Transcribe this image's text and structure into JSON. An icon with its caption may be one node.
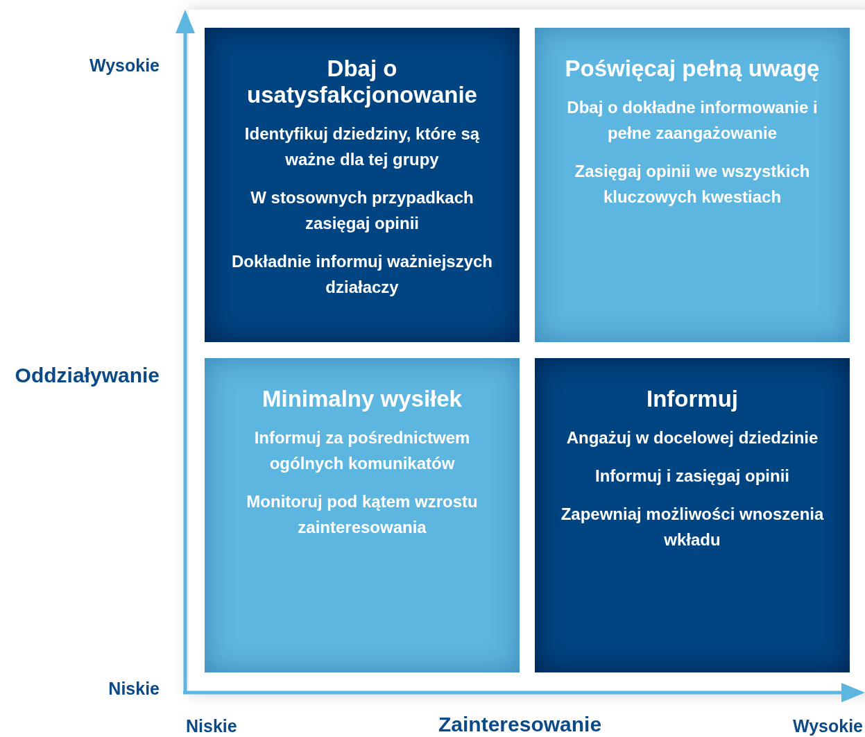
{
  "diagram": {
    "nodes": [
      {
        "text": [
          "Dbaj o usatysfakcjonowanie",
          "Identyfikuj dziedziny, które są ważne dla tej grupy",
          "W stosownych przypadkach zasięgaj opinii",
          "Dokładnie informuj ważniejszych działaczy"
        ]
      },
      {
        "text": [
          "Poświęcaj pełną uwagę",
          "Dbaj o dokładne informowanie i pełne zaangażowanie",
          "Zasięgaj opinii we wszystkich kluczowych kwestiach"
        ]
      },
      {
        "text": [
          "Minimalny wysiłek",
          "Informuj za pośrednictwem ogólnych komunikatów",
          "Monitoruj pod kątem wzrostu zainteresowania"
        ]
      },
      {
        "text": [
          "Informuj",
          "Angażuj w docelowej dziedzinie",
          "Informuj i zasięgaj opinii",
          "Zapewniaj możliwości wnoszenia wkładu"
        ]
      }
    ],
    "labels": [
      "Wysokie",
      "Oddziaływanie",
      "Niskie",
      "Niskie",
      "Zainteresowanie",
      "Wysokie"
    ]
  }
}
